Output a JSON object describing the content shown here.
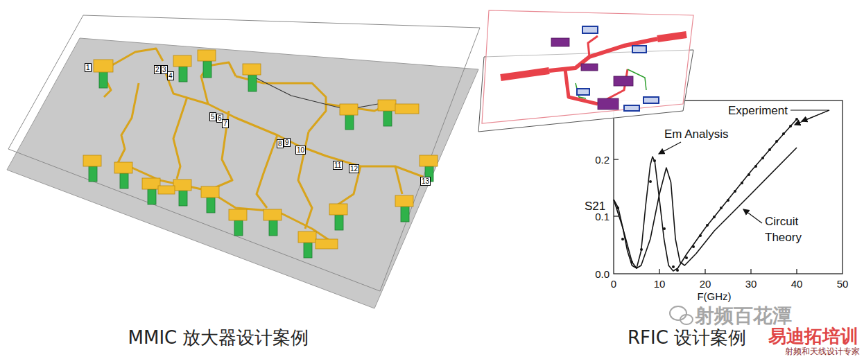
{
  "diagram": {
    "labels": [
      "1",
      "2",
      "3",
      "4",
      "5",
      "6",
      "7",
      "8",
      "9",
      "10",
      "11",
      "12",
      "13",
      "Experiment",
      "Em Analysis",
      "Circuit Theory",
      "S21",
      "0.2",
      "0.1",
      "0.0",
      "0",
      "10",
      "20",
      "30",
      "40",
      "50",
      "F(GHz)",
      "MMIC 放大器设计案例",
      "RFIC 设计案例",
      "射频百花潭",
      "易迪拓培训",
      "射频和天线设计专家"
    ]
  }
}
